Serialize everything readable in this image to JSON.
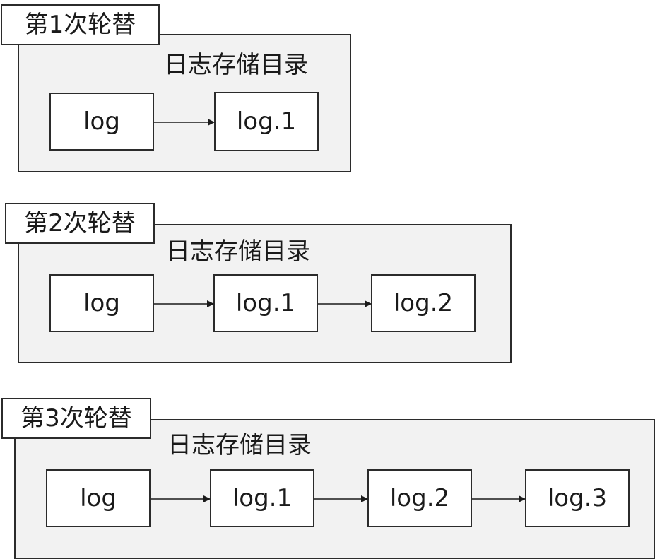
{
  "rounds": [
    {
      "tag": "第1次轮替",
      "dir_title": "日志存储目录",
      "files": [
        "log",
        "log.1"
      ]
    },
    {
      "tag": "第2次轮替",
      "dir_title": "日志存储目录",
      "files": [
        "log",
        "log.1",
        "log.2"
      ]
    },
    {
      "tag": "第3次轮替",
      "dir_title": "日志存储目录",
      "files": [
        "log",
        "log.1",
        "log.2",
        "log.3"
      ]
    }
  ],
  "colors": {
    "panel_fill": "#f2f2f2",
    "border": "#2b2b2b",
    "box_fill": "#ffffff"
  }
}
